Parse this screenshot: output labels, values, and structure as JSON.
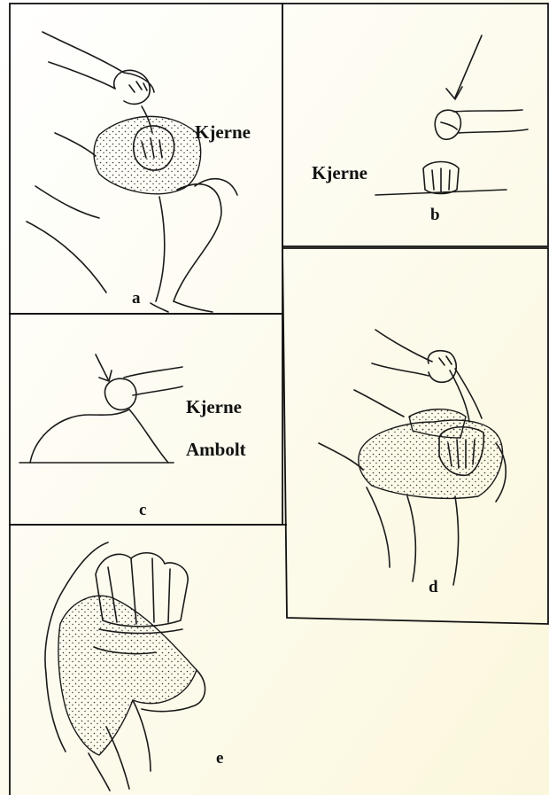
{
  "panels": {
    "a": {
      "letter": "a",
      "label": "Kjerne"
    },
    "b": {
      "letter": "b",
      "label": "Kjerne"
    },
    "c": {
      "letter": "c",
      "label_core": "Kjerne",
      "label_anvil": "Ambolt"
    },
    "d": {
      "letter": "d"
    },
    "e": {
      "letter": "e"
    }
  },
  "colors": {
    "ink": "#1a1a1a",
    "paper": "#ffffff",
    "sheet_tint": "#fdfbe9"
  }
}
